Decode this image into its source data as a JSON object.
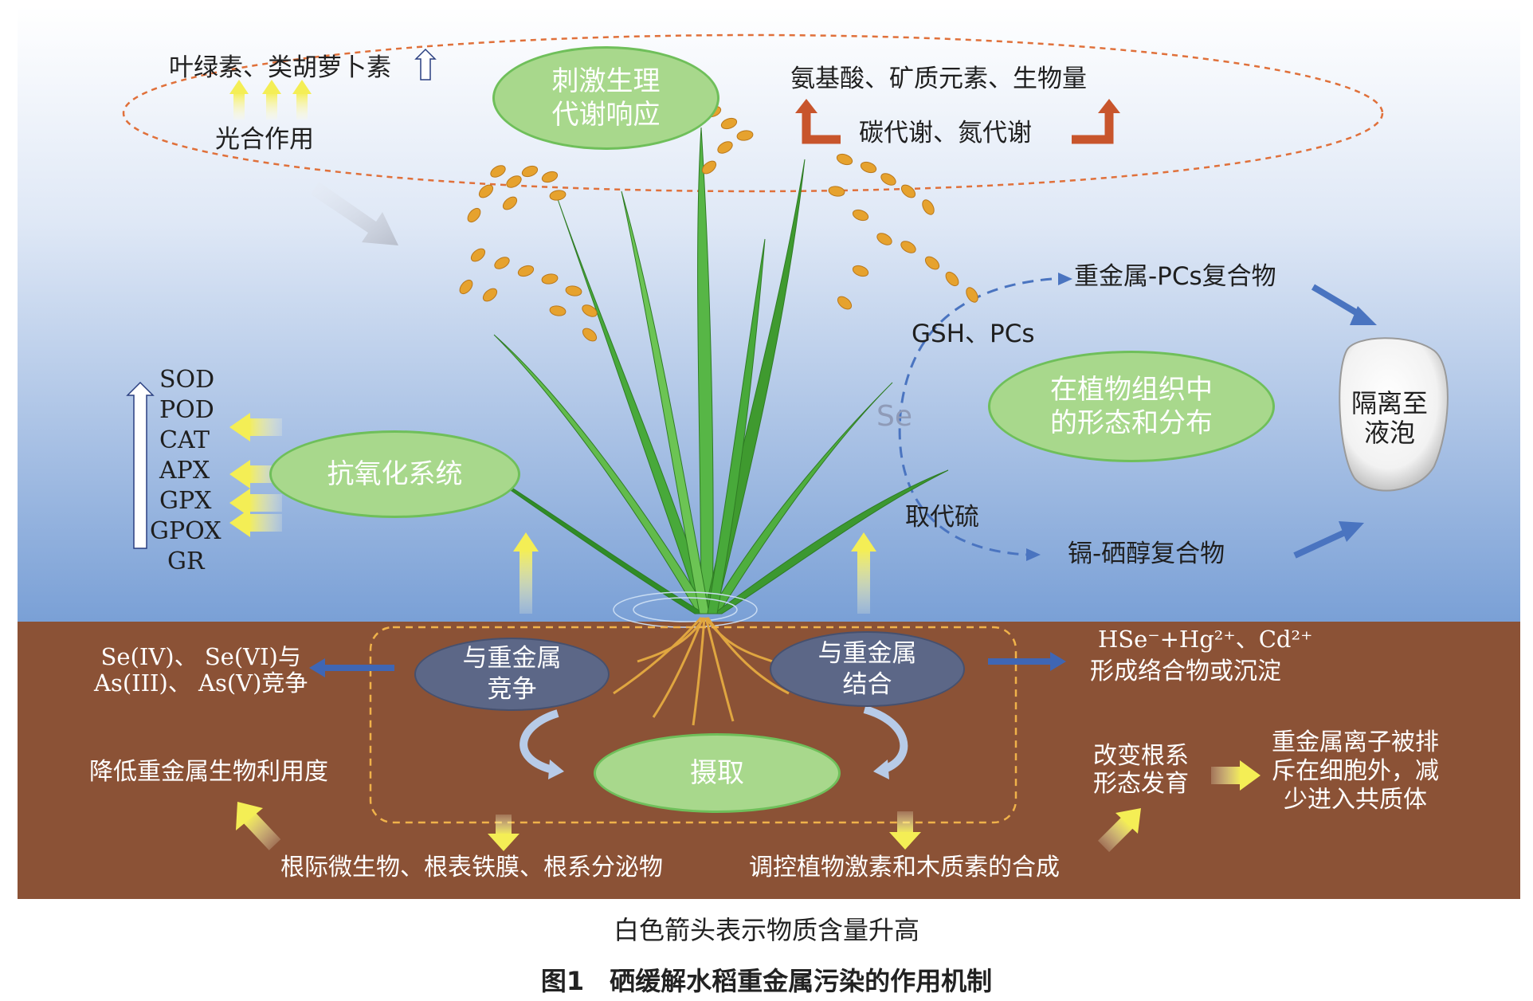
{
  "top": {
    "pigments": "叶绿素、类胡萝卜素",
    "photosynthesis": "光合作用",
    "stimulus": "刺激生理\n代谢响应",
    "amino": "氨基酸、矿质元素、生物量",
    "metabolism": "碳代谢、氮代谢"
  },
  "antioxidant": {
    "title": "抗氧化系统",
    "enzymes": [
      "SOD",
      "POD",
      "CAT",
      "APX",
      "GPX",
      "GPOX",
      "GR"
    ]
  },
  "right": {
    "pcs_complex": "重金属-PCs复合物",
    "gsh": "GSH、PCs",
    "se": "Se",
    "distribution": "在植物组织中\n的形态和分布",
    "replace_sulfur": "取代硫",
    "cd_complex": "镉-硒醇复合物",
    "vacuole": "隔离至\n液泡"
  },
  "soil": {
    "compete_ions": "Se(IV)、 Se(VI)与\nAs(III)、 As(V)竞争",
    "compete": "与重金属\n竞争",
    "bind": "与重金属\n结合",
    "hg_cd": "HSe⁻+Hg²⁺、Cd²⁺",
    "complex": "形成络合物或沉淀",
    "uptake": "摄取",
    "bioavail": "降低重金属生物利用度",
    "root_change": "改变根系\n形态发育",
    "excluded": "重金属离子被排\n斥在细胞外，减\n少进入共质体",
    "microbes": "根际微生物、根表铁膜、根系分泌物",
    "hormones": "调控植物激素和木质素的合成"
  },
  "caption": {
    "note": "白色箭头表示物质含量升高",
    "title": "图1　硒缓解水稻重金属污染的作用机制"
  },
  "colors": {
    "sky_top": "#ffffff",
    "sky_bottom": "#7aa0d6",
    "soil": "#8b5236",
    "green_ellipse": "#a8d88c",
    "blue_ellipse": "#5c6787",
    "orange_arrow": "#c8552c",
    "blue_arrow": "#4a74c0"
  }
}
